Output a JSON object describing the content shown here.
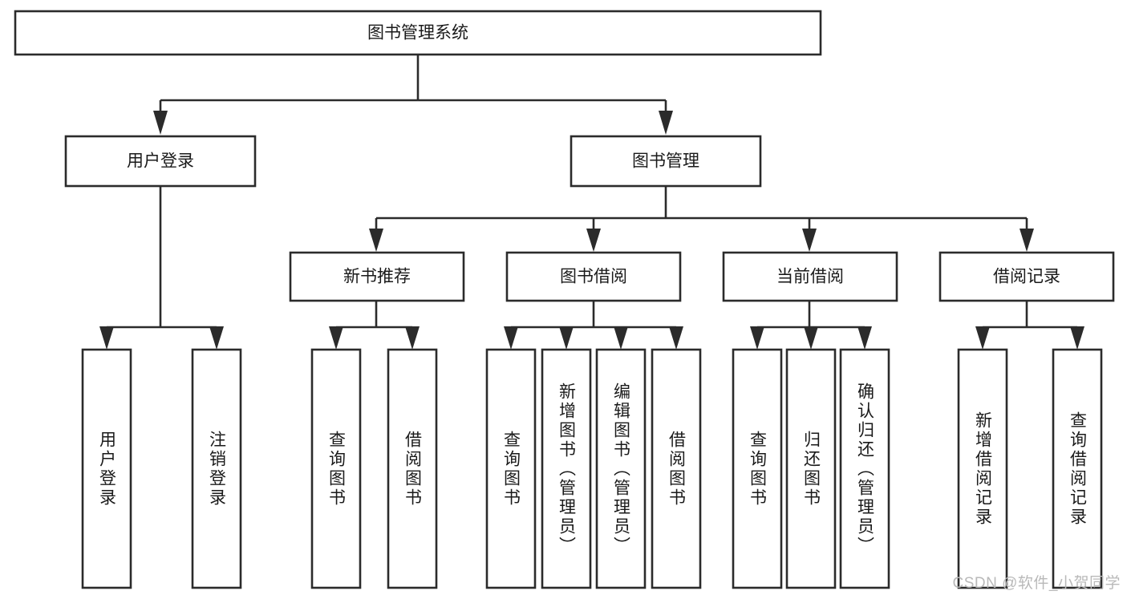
{
  "diagram": {
    "title": "图书管理系统",
    "type": "hierarchy-tree",
    "watermark": "CSDN @软件_小贺同学",
    "colors": {
      "stroke": "#2b2b2b",
      "fill": "#ffffff",
      "text": "#1a1a1a",
      "watermark": "#b9b9b9",
      "background": "#ffffff"
    },
    "root": {
      "label": "图书管理系统"
    },
    "level2": [
      {
        "label": "用户登录"
      },
      {
        "label": "图书管理"
      }
    ],
    "level3": [
      {
        "label": "新书推荐"
      },
      {
        "label": "图书借阅"
      },
      {
        "label": "当前借阅"
      },
      {
        "label": "借阅记录"
      }
    ],
    "leaves": {
      "user_login": [
        {
          "label": "用户登录"
        },
        {
          "label": "注销登录"
        }
      ],
      "new_book_recommend": [
        {
          "label": "查询图书"
        },
        {
          "label": "借阅图书"
        }
      ],
      "book_borrow": [
        {
          "label": "查询图书"
        },
        {
          "label": "新增图书（管理员）"
        },
        {
          "label": "编辑图书（管理员）"
        },
        {
          "label": "借阅图书"
        }
      ],
      "current_borrow": [
        {
          "label": "查询图书"
        },
        {
          "label": "归还图书"
        },
        {
          "label": "确认归还（管理员）"
        }
      ],
      "borrow_record": [
        {
          "label": "新增借阅记录"
        },
        {
          "label": "查询借阅记录"
        }
      ]
    }
  }
}
